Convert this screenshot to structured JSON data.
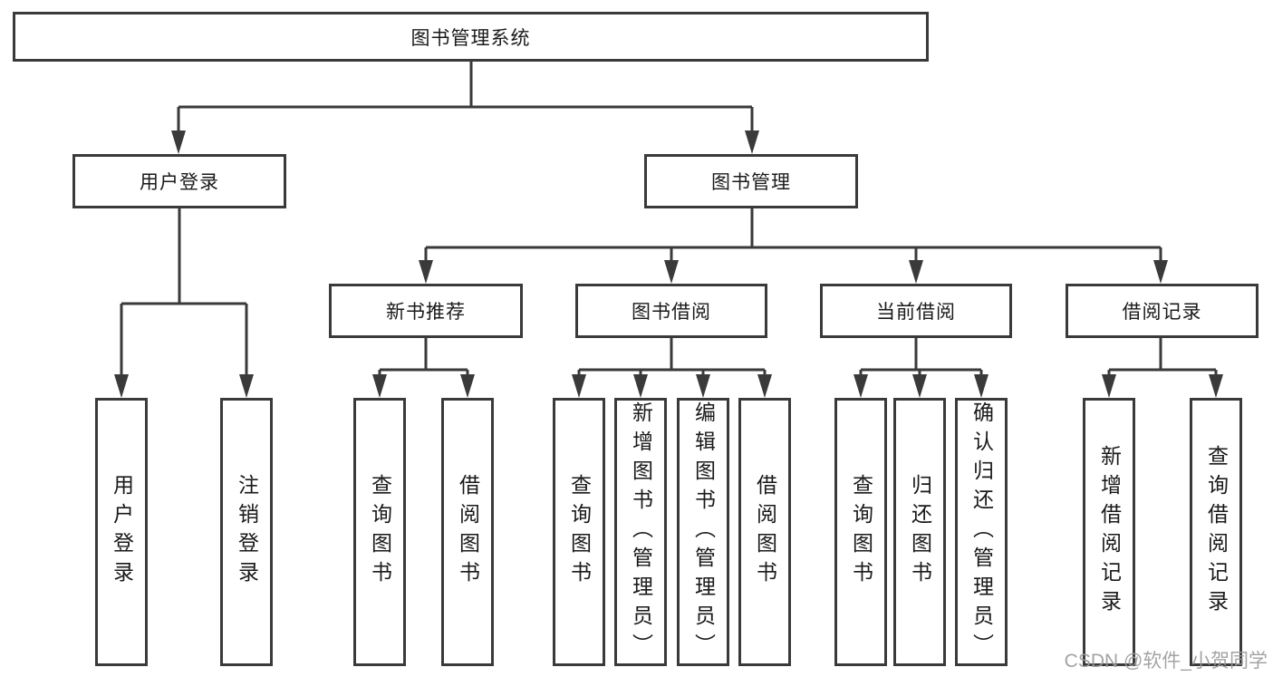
{
  "diagram": {
    "root": {
      "label": "图书管理系统"
    },
    "branches": [
      {
        "label": "用户登录",
        "children": [
          {
            "label": "用户登录"
          },
          {
            "label": "注销登录"
          }
        ]
      },
      {
        "label": "图书管理",
        "children": [
          {
            "label": "新书推荐",
            "children": [
              {
                "label": "查询图书"
              },
              {
                "label": "借阅图书"
              }
            ]
          },
          {
            "label": "图书借阅",
            "children": [
              {
                "label": "查询图书"
              },
              {
                "label": "新增图书（管理员）"
              },
              {
                "label": "编辑图书（管理员）"
              },
              {
                "label": "借阅图书"
              }
            ]
          },
          {
            "label": "当前借阅",
            "children": [
              {
                "label": "查询图书"
              },
              {
                "label": "归还图书"
              },
              {
                "label": "确认归还（管理员）"
              }
            ]
          },
          {
            "label": "借阅记录",
            "children": [
              {
                "label": "新增借阅记录"
              },
              {
                "label": "查询借阅记录"
              }
            ]
          }
        ]
      }
    ]
  },
  "watermark": {
    "text": "CSDN @软件_小贺同学"
  },
  "colors": {
    "line": "#3a3a3a",
    "text": "#1a1a1a",
    "watermark": "#9c9c9c",
    "background": "#ffffff"
  }
}
